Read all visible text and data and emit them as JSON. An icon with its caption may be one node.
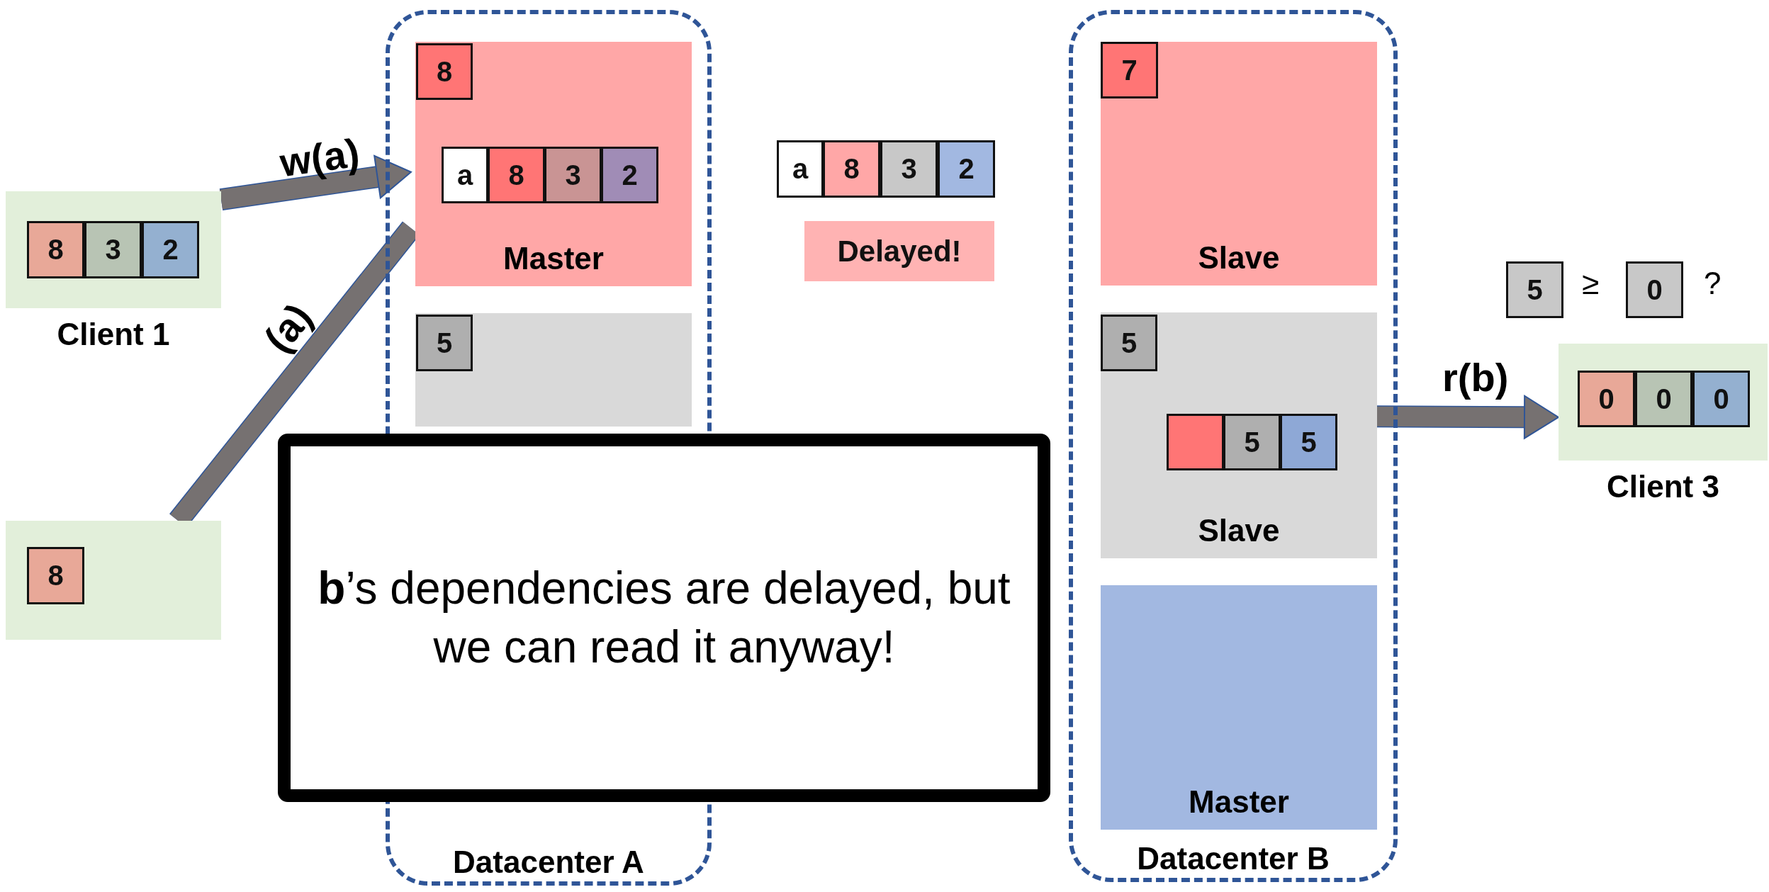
{
  "diagram": {
    "nodes": [
      {
        "text": [
          "Datacenter A"
        ]
      },
      {
        "text": [
          "Master"
        ],
        "in": 0
      },
      {
        "text": [
          "8"
        ],
        "in": 1
      },
      {
        "text": [
          "a"
        ],
        "in": 1
      },
      {
        "text": [
          "8"
        ],
        "in": 1
      },
      {
        "text": [
          "3"
        ],
        "in": 1
      },
      {
        "text": [
          "2"
        ],
        "in": 1
      },
      {
        "text": [],
        "shape": "box",
        "in": 0
      },
      {
        "text": [
          "5"
        ],
        "in": 7
      },
      {
        "text": [
          "Client 1"
        ]
      },
      {
        "text": [
          "8"
        ],
        "in": 9
      },
      {
        "text": [
          "3"
        ],
        "in": 9
      },
      {
        "text": [
          "2"
        ],
        "in": 9
      },
      {
        "text": [],
        "shape": "box"
      },
      {
        "text": [
          "8"
        ],
        "in": 13
      },
      {
        "text": [
          "a"
        ]
      },
      {
        "text": [
          "8"
        ]
      },
      {
        "text": [
          "3"
        ]
      },
      {
        "text": [
          "2"
        ]
      },
      {
        "text": [
          "Delayed!"
        ]
      },
      {
        "text": [
          "Datacenter B"
        ]
      },
      {
        "text": [
          "Slave"
        ],
        "in": 20
      },
      {
        "text": [
          "7"
        ],
        "in": 21
      },
      {
        "text": [
          "Slave"
        ],
        "in": 20
      },
      {
        "text": [
          "5"
        ],
        "in": 23
      },
      {
        "text": [],
        "shape": "box",
        "in": 23
      },
      {
        "text": [
          "5"
        ],
        "in": 23
      },
      {
        "text": [
          "5"
        ],
        "in": 23
      },
      {
        "text": [
          "Master"
        ],
        "in": 20
      },
      {
        "text": [
          "5"
        ]
      },
      {
        "text": [
          "0"
        ]
      },
      {
        "text": [
          "Client 3"
        ]
      },
      {
        "text": [
          "0"
        ],
        "in": 31
      },
      {
        "text": [
          "0"
        ],
        "in": 31
      },
      {
        "text": [
          "0"
        ],
        "in": 31
      },
      {
        "text": [
          "**b**’s dependencies are delayed, but we can read it anyway!"
        ]
      }
    ],
    "edges": [
      {
        "from": 9,
        "to": 1,
        "arrow": "to",
        "label": "w(a)"
      },
      {
        "from": 13,
        "to": 1,
        "arrow": "none",
        "label": "(a)"
      },
      {
        "from": 23,
        "to": 31,
        "arrow": "to",
        "label": "r(b)"
      }
    ],
    "labels": [
      "≥",
      "?"
    ]
  }
}
